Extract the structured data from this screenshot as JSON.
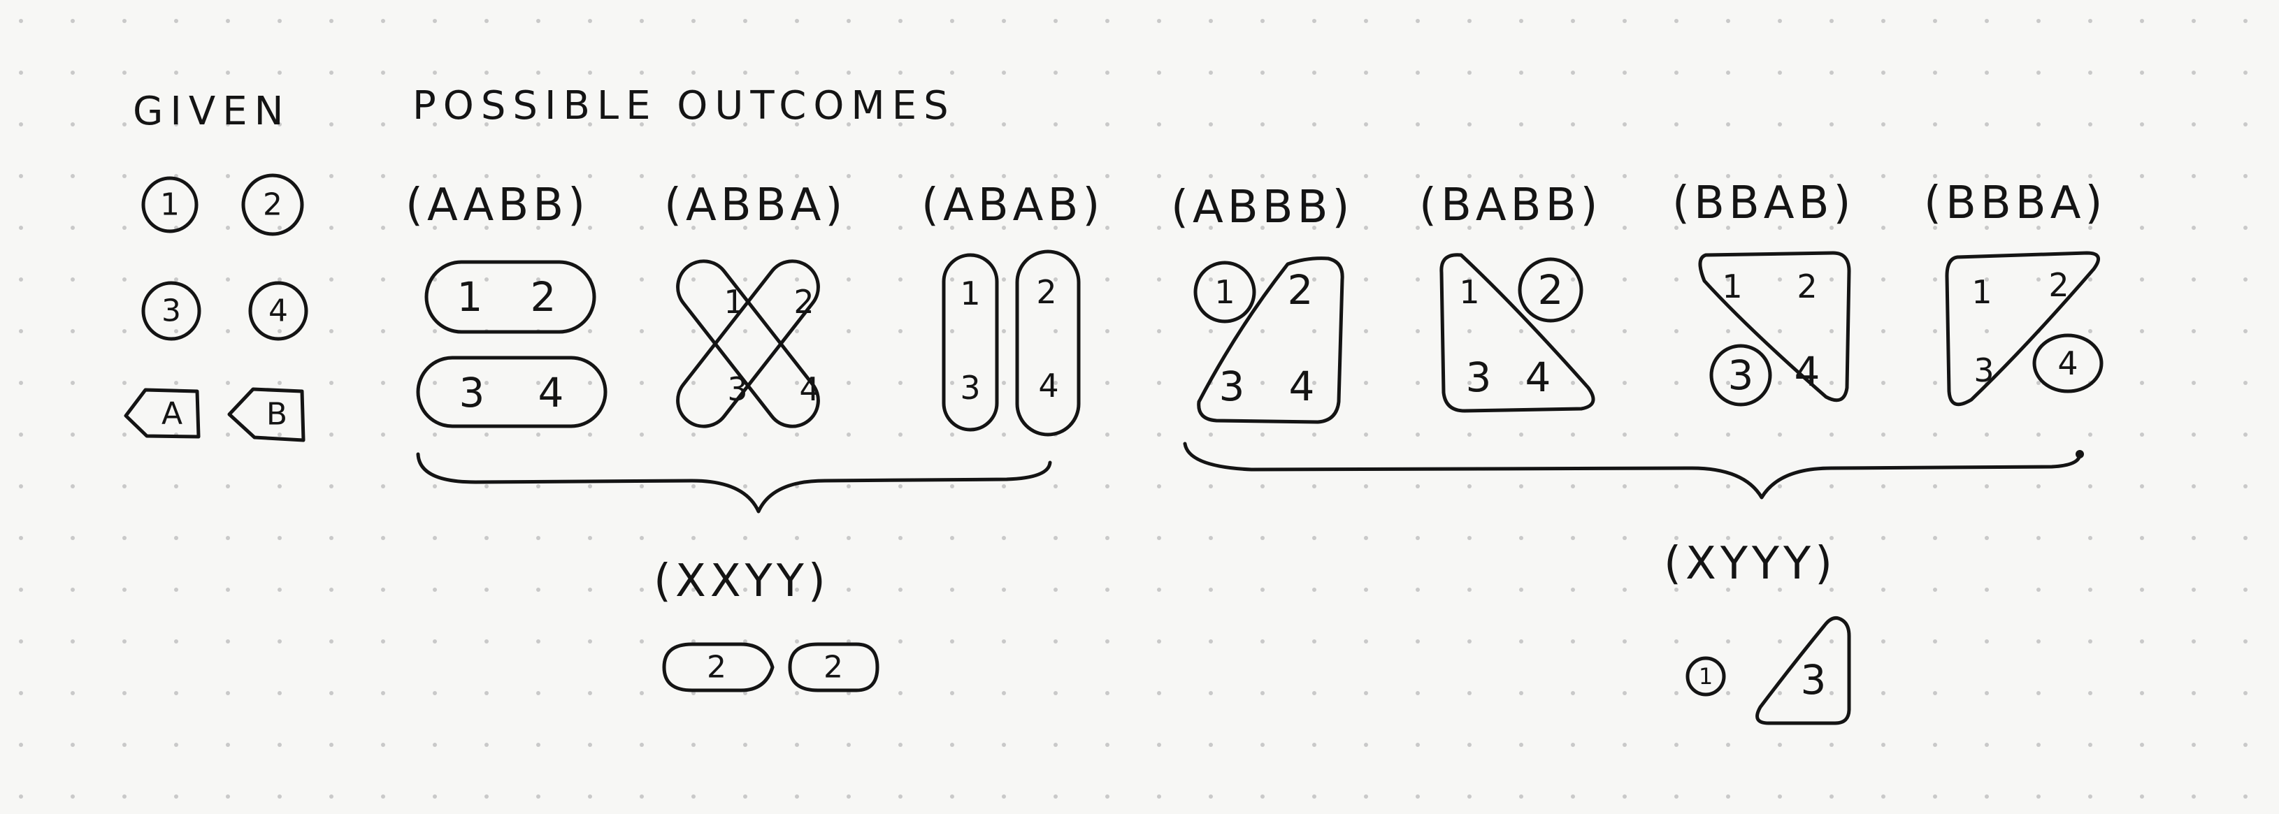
{
  "headers": {
    "given": "GIVEN",
    "possible_outcomes": "POSSIBLE OUTCOMES"
  },
  "given": {
    "tokens": [
      "1",
      "2",
      "3",
      "4"
    ],
    "tags": [
      "A",
      "B"
    ]
  },
  "outcomes": [
    {
      "label": "(AABB)",
      "numbers": [
        "1",
        "2",
        "3",
        "4"
      ]
    },
    {
      "label": "(ABBA)",
      "numbers": [
        "1",
        "2",
        "3",
        "4"
      ]
    },
    {
      "label": "(ABAB)",
      "numbers": [
        "1",
        "2",
        "3",
        "4"
      ]
    },
    {
      "label": "(ABBB)",
      "numbers": [
        "1",
        "2",
        "3",
        "4"
      ]
    },
    {
      "label": "(BABB)",
      "numbers": [
        "1",
        "2",
        "3",
        "4"
      ]
    },
    {
      "label": "(BBAB)",
      "numbers": [
        "1",
        "2",
        "3",
        "4"
      ]
    },
    {
      "label": "(BBBA)",
      "numbers": [
        "1",
        "2",
        "3",
        "4"
      ]
    }
  ],
  "summaries": [
    {
      "label": "(XXYY)",
      "items": [
        "2",
        "2"
      ]
    },
    {
      "label": "(XYYY)",
      "items": [
        "1",
        "3"
      ]
    }
  ]
}
